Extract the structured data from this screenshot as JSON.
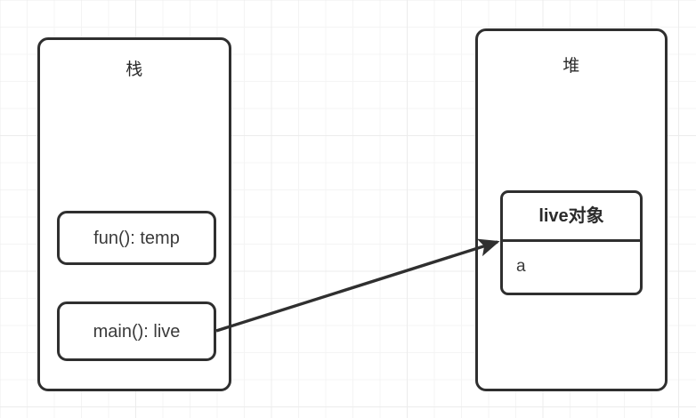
{
  "diagram": {
    "title_hidden": "",
    "background": {
      "grid_minor_color": "#f4f4f4",
      "grid_major_color": "#ececec",
      "page_color": "#ffffff"
    },
    "stroke_color": "#2f2f2f",
    "text_color": "#2b2b2b",
    "containers": [
      {
        "id": "stack",
        "label": "栈",
        "frames": [
          {
            "id": "fun-frame",
            "label": "fun(): temp"
          },
          {
            "id": "main-frame",
            "label": "main(): live"
          }
        ]
      },
      {
        "id": "heap",
        "label": "堆",
        "objects": [
          {
            "id": "live-object",
            "header": "live对象",
            "fields": [
              "a"
            ]
          }
        ]
      }
    ],
    "arrow": {
      "id": "live-reference-arrow",
      "from": "main-frame",
      "to": "live-object",
      "label": ""
    }
  }
}
